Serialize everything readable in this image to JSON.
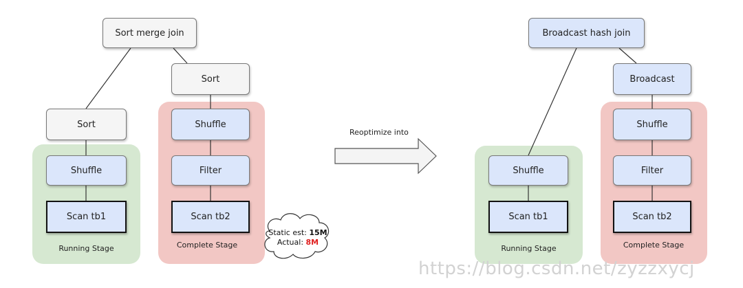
{
  "left": {
    "root": "Sort merge join",
    "sort_left": "Sort",
    "sort_right": "Sort",
    "shuffle_left": "Shuffle",
    "scan_left": "Scan tb1",
    "stage_left_label": "Running Stage",
    "shuffle_right": "Shuffle",
    "filter_right": "Filter",
    "scan_right": "Scan tb2",
    "stage_right_label": "Complete Stage",
    "cloud": {
      "static_label": "Static est:",
      "static_value": "15M",
      "actual_label": "Actual:",
      "actual_value": "8M"
    }
  },
  "arrow": {
    "label": "Reoptimize into"
  },
  "right": {
    "root": "Broadcast hash join",
    "broadcast": "Broadcast",
    "shuffle_left": "Shuffle",
    "scan_left": "Scan tb1",
    "stage_left_label": "Running Stage",
    "shuffle_right": "Shuffle",
    "filter_right": "Filter",
    "scan_right": "Scan tb2",
    "stage_right_label": "Complete Stage"
  },
  "watermark": "https://blog.csdn.net/zyzzxycj",
  "colors": {
    "running_stage": "#d6e8d1",
    "complete_stage": "#f2c7c4",
    "node_blue": "#dbe6fb",
    "node_gray": "#f5f5f5",
    "highlight_red": "#e02020"
  }
}
